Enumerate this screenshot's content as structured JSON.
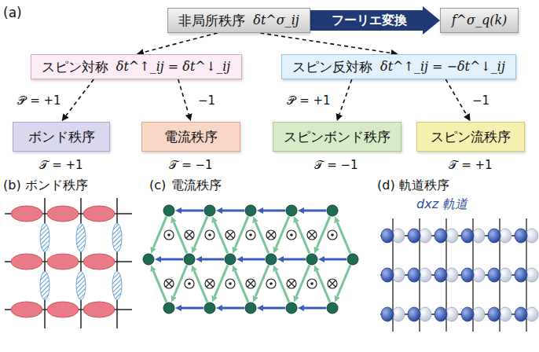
{
  "diagram": {
    "nodes": [
      {
        "text": [
          "非局所秩序",
          "δt^σ_ij"
        ]
      },
      {
        "text": [
          "f^σ_q(k)"
        ]
      },
      {
        "text": [
          "スピン対称",
          "δt^↑_ij = δt^↓_ij"
        ]
      },
      {
        "text": [
          "スピン反対称",
          "δt^↑_ij = −δt^↓_ij"
        ]
      },
      {
        "text": [
          "ボンド秩序"
        ]
      },
      {
        "text": [
          "電流秩序"
        ]
      },
      {
        "text": [
          "スピンボンド秩序"
        ]
      },
      {
        "text": [
          "スピン流秩序"
        ]
      }
    ],
    "edges": [
      {
        "from": 0,
        "to": 1,
        "arrow": "to",
        "label": "フーリエ変換"
      },
      {
        "from": 0,
        "to": 2,
        "arrow": "to"
      },
      {
        "from": 0,
        "to": 3,
        "arrow": "to"
      },
      {
        "from": 2,
        "to": 4,
        "arrow": "to",
        "label": "𝒫 = +1"
      },
      {
        "from": 2,
        "to": 5,
        "arrow": "to",
        "label": "−1"
      },
      {
        "from": 3,
        "to": 6,
        "arrow": "to",
        "label": "𝒫 = +1"
      },
      {
        "from": 3,
        "to": 7,
        "arrow": "to",
        "label": "−1"
      }
    ],
    "labels": [
      "(a)",
      "𝒯 = +1",
      "𝒯 = −1",
      "𝒯 = −1",
      "𝒯 = +1",
      "(b)",
      "ボンド秩序",
      "(c)",
      "電流秩序",
      "(d)",
      "軌道秩序",
      "dxz 軌道"
    ]
  }
}
